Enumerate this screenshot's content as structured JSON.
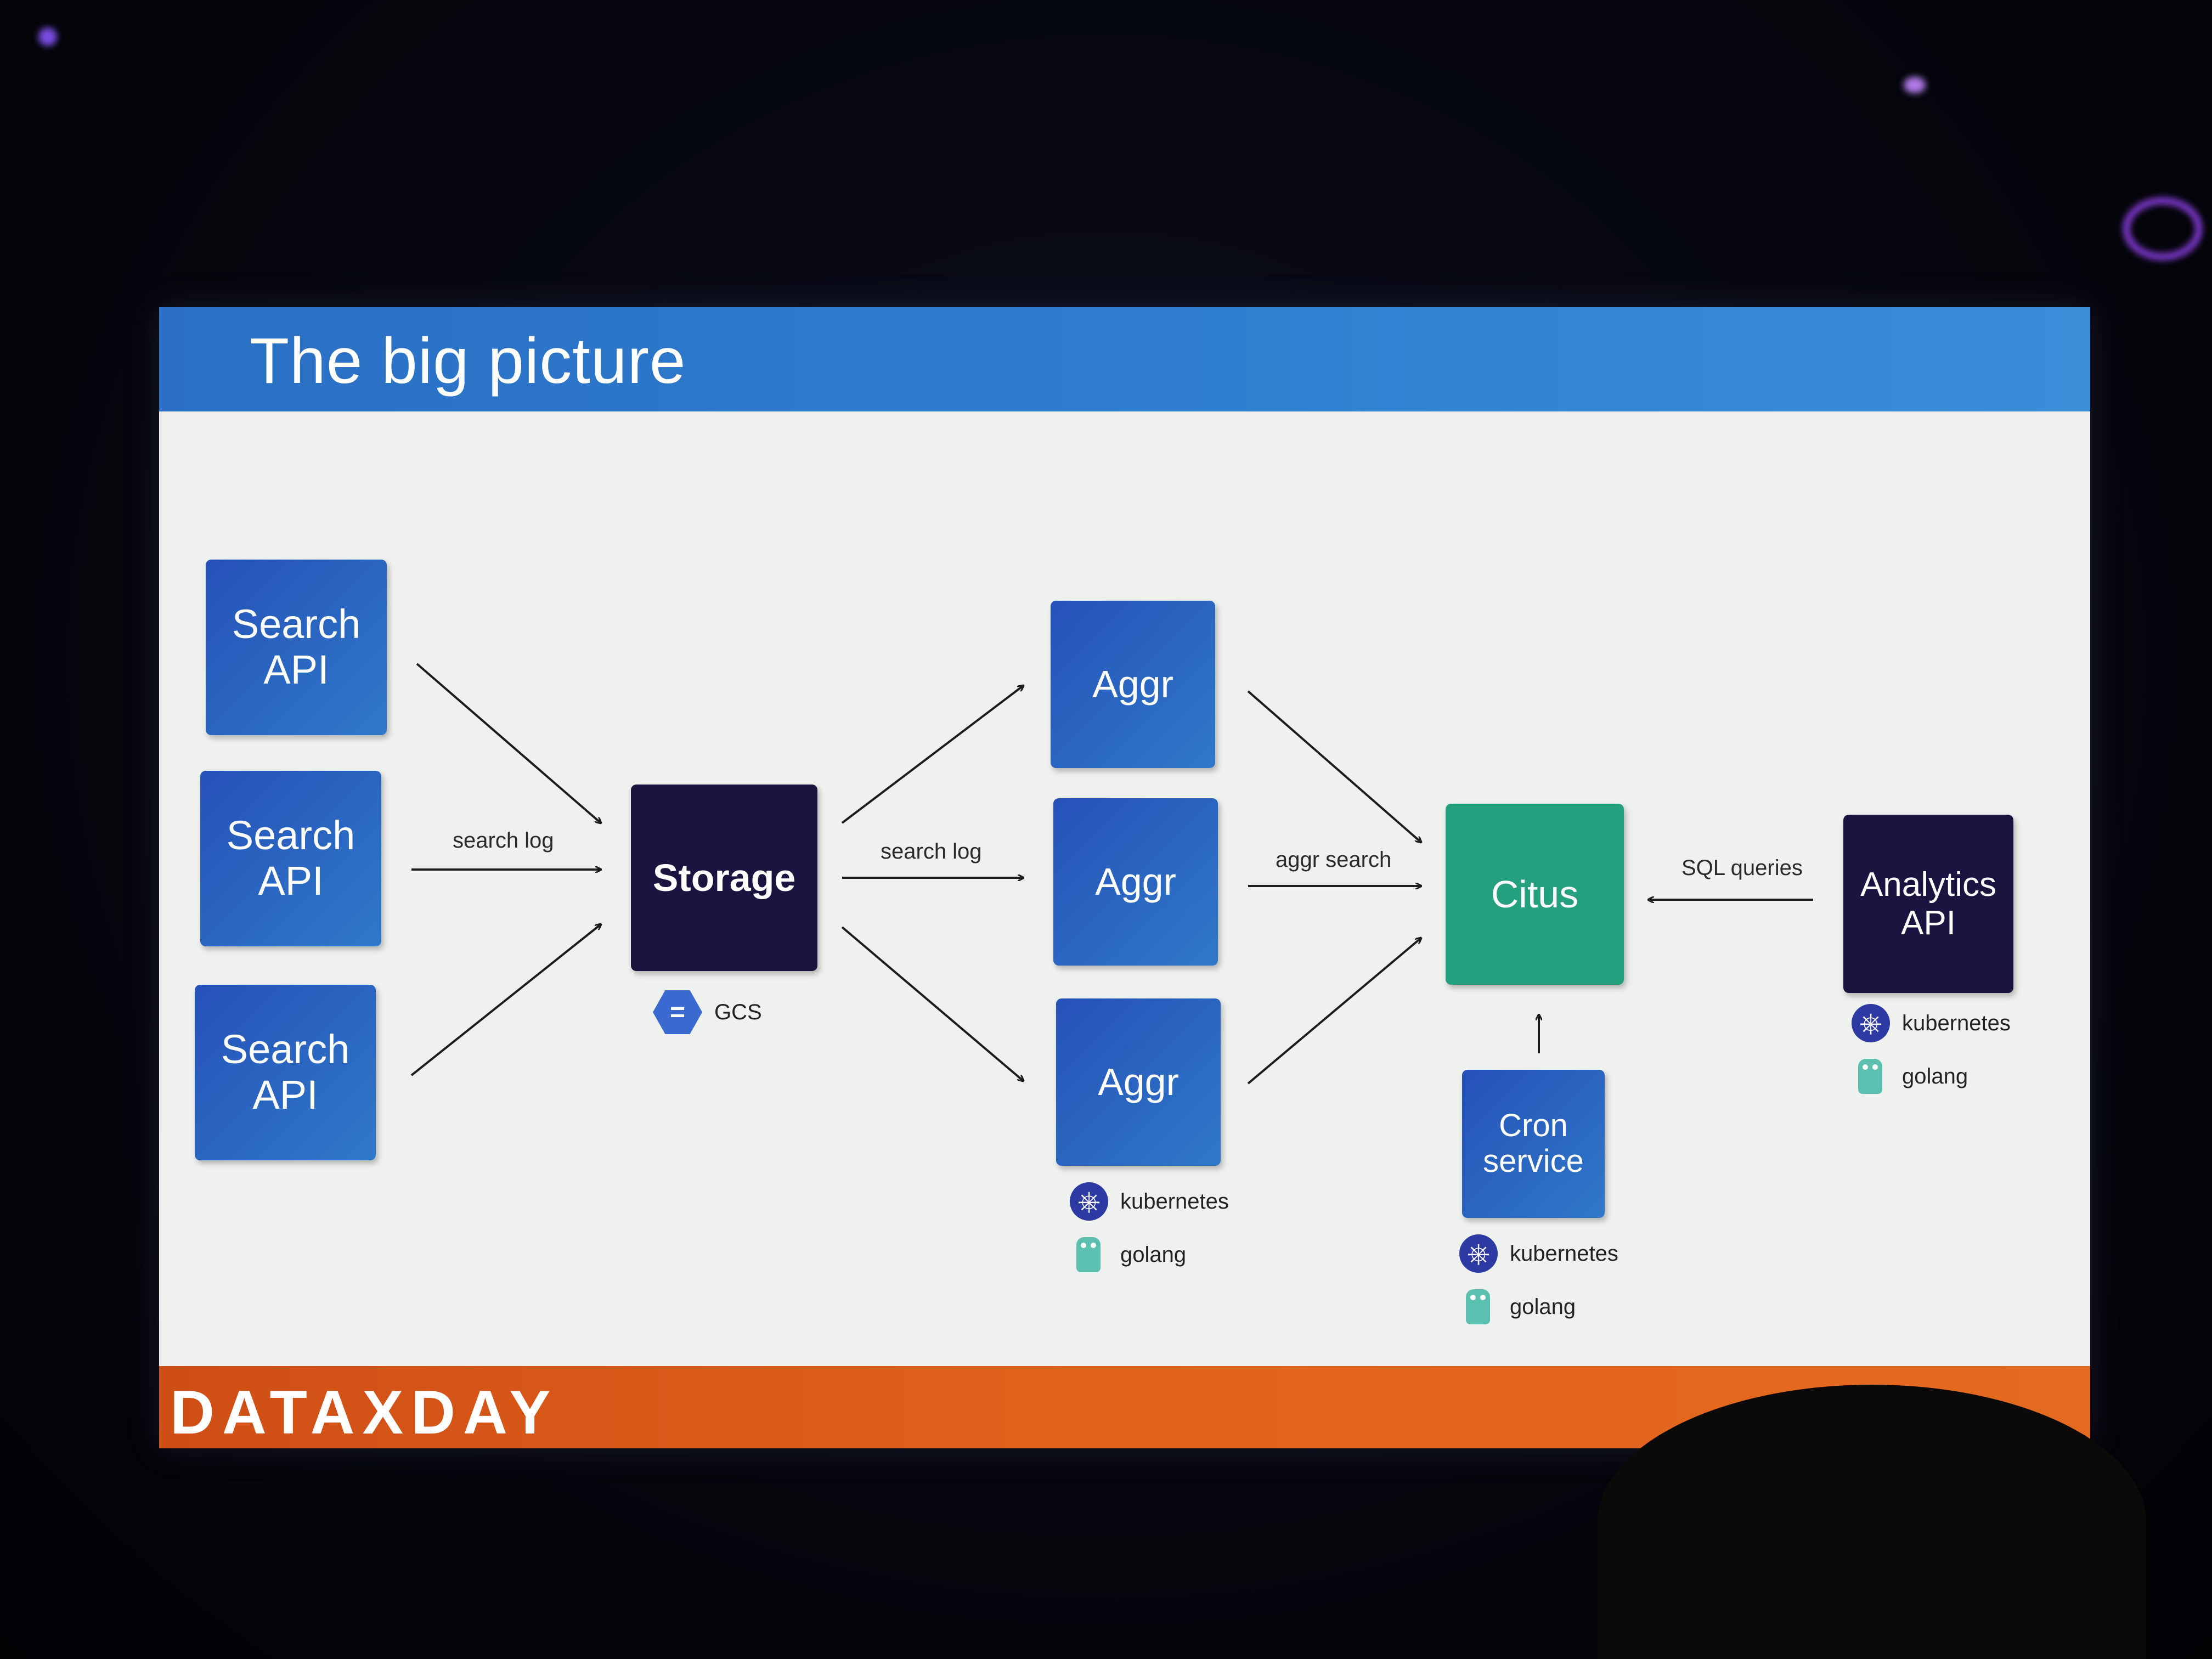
{
  "slide": {
    "title": "The big picture",
    "footer_logo": "DATAXDAY"
  },
  "nodes": {
    "search_api_1": "Search\nAPI",
    "search_api_2": "Search\nAPI",
    "search_api_3": "Search\nAPI",
    "storage": "Storage",
    "aggr_1": "Aggr",
    "aggr_2": "Aggr",
    "aggr_3": "Aggr",
    "citus": "Citus",
    "cron_service": "Cron\nservice",
    "analytics_api": "Analytics\nAPI"
  },
  "edge_labels": {
    "search_log_1": "search log",
    "search_log_2": "search log",
    "aggr_search": "aggr search",
    "sql_queries": "SQL queries"
  },
  "tech_labels": {
    "gcs": "GCS",
    "kubernetes": "kubernetes",
    "golang": "golang"
  },
  "icons": {
    "gcs": "gcs-hexagon-icon",
    "kubernetes": "kubernetes-helm-icon",
    "golang": "gopher-icon"
  },
  "colors": {
    "title_bar": "#2f7fd0",
    "footer_bar": "#e3621b",
    "blue_box": "#2f79c9",
    "dark_box": "#1b1440",
    "teal_box": "#25a07e"
  }
}
